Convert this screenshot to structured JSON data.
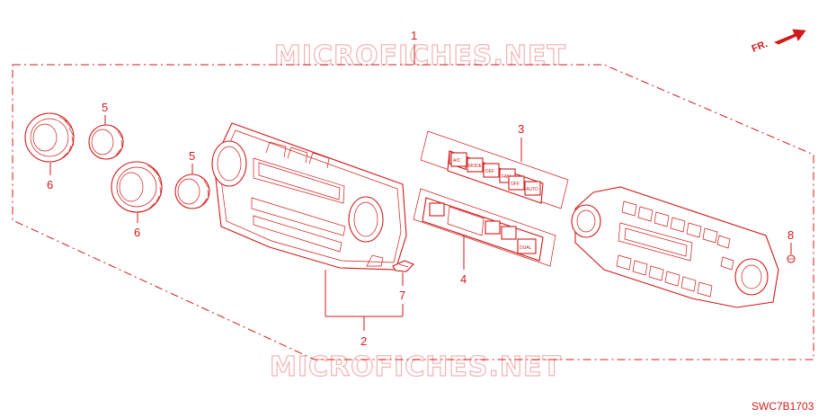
{
  "diagram": {
    "watermark_top": "MICROFICHES.NET",
    "watermark_bottom": "MICROFICHES.NET",
    "direction_label": "FR.",
    "diagram_code": "SWC7B1703",
    "callouts": [
      "1",
      "2",
      "3",
      "4",
      "5",
      "5",
      "6",
      "6",
      "7",
      "8"
    ],
    "button_labels": {
      "ac": "A/C",
      "mode": "MODE",
      "defrost": "DEF",
      "fan": "FAN",
      "off": "OFF",
      "auto": "AUTO",
      "dual": "DUAL"
    },
    "colors": {
      "line": "#d01a1a",
      "watermark": "#f3b3b3"
    }
  }
}
